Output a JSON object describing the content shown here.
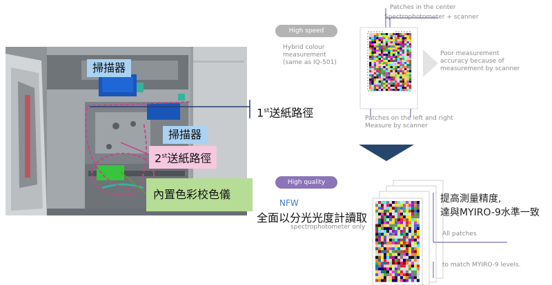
{
  "machine": {
    "scanner_top": "掃描器",
    "scanner_mid": "掃描器",
    "path1_num": "1",
    "path1_sup": "st",
    "path1_text": "送紙路徑",
    "path2_num": "2",
    "path2_sup": "st",
    "path2_text": "送紙路徑",
    "spectro": "內置色彩校色儀"
  },
  "high_speed": {
    "badge": "High speed",
    "desc_line1": "Hybrid colour",
    "desc_line2": "measurement",
    "desc_line3": "(same as IQ-501)",
    "top_label1": "Patches in the center",
    "top_label2": "Spectrophotometer + scanner",
    "bottom_label1": "Patches on the left and right",
    "bottom_label2": "Measure by scanner",
    "poor_line1": "Poor measurement",
    "poor_line2": "accuracy because of",
    "poor_line3": "measurement by scanner"
  },
  "high_quality": {
    "badge": "High quality",
    "nfw": "NFW",
    "full_title": "全面以分光光度計讀取",
    "sub": "spectrophotometer only",
    "improve_line1": "提高測量精度,",
    "improve_line2": "達與MYIRO-9水準一致",
    "all_patches": "All patches",
    "match": "to match MYIRO-9 levels."
  },
  "colors": {
    "badge_gray": "#b3b3b3",
    "badge_purple": "#8b74b7",
    "arrow_navy": "#27466b",
    "scanner_label_bg": "#a9d2f3",
    "pink_label_bg": "#f6c8df",
    "green_label_bg": "#b6dd95",
    "nfw_blue": "#3d78c4"
  }
}
